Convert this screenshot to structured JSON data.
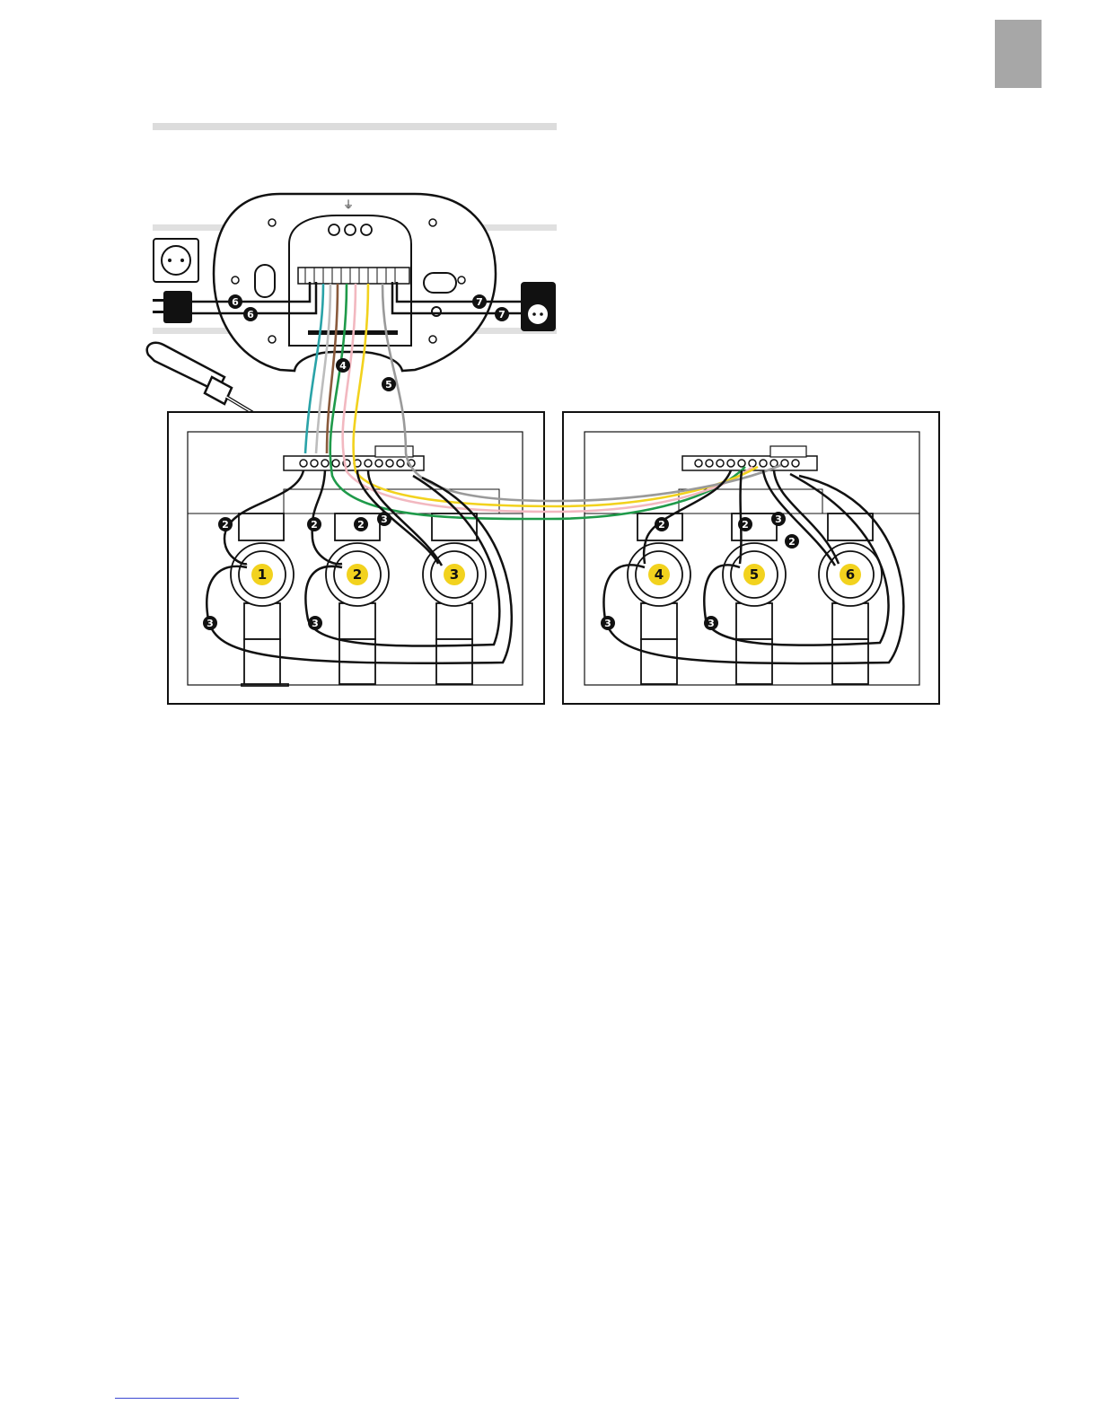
{
  "colors": {
    "page_tab": "#a7a7a7",
    "rule": "#dcdcdc",
    "wire_black": "#111111",
    "wire_teal": "#2aa3a8",
    "wire_white": "#bdbdbd",
    "wire_brown": "#8a5a3c",
    "wire_green": "#1f9a4a",
    "wire_pink": "#f2b8c0",
    "wire_yellow": "#f2d21e",
    "wire_grey": "#9a9a9a",
    "valve_label_fill": "#f2d21e"
  },
  "callouts": {
    "c2": "2",
    "c3": "3",
    "c4": "4",
    "c5": "5",
    "c6": "6",
    "c7": "7"
  },
  "valves": {
    "v1": "1",
    "v2": "2",
    "v3": "3",
    "v4": "4",
    "v5": "5",
    "v6": "6"
  }
}
